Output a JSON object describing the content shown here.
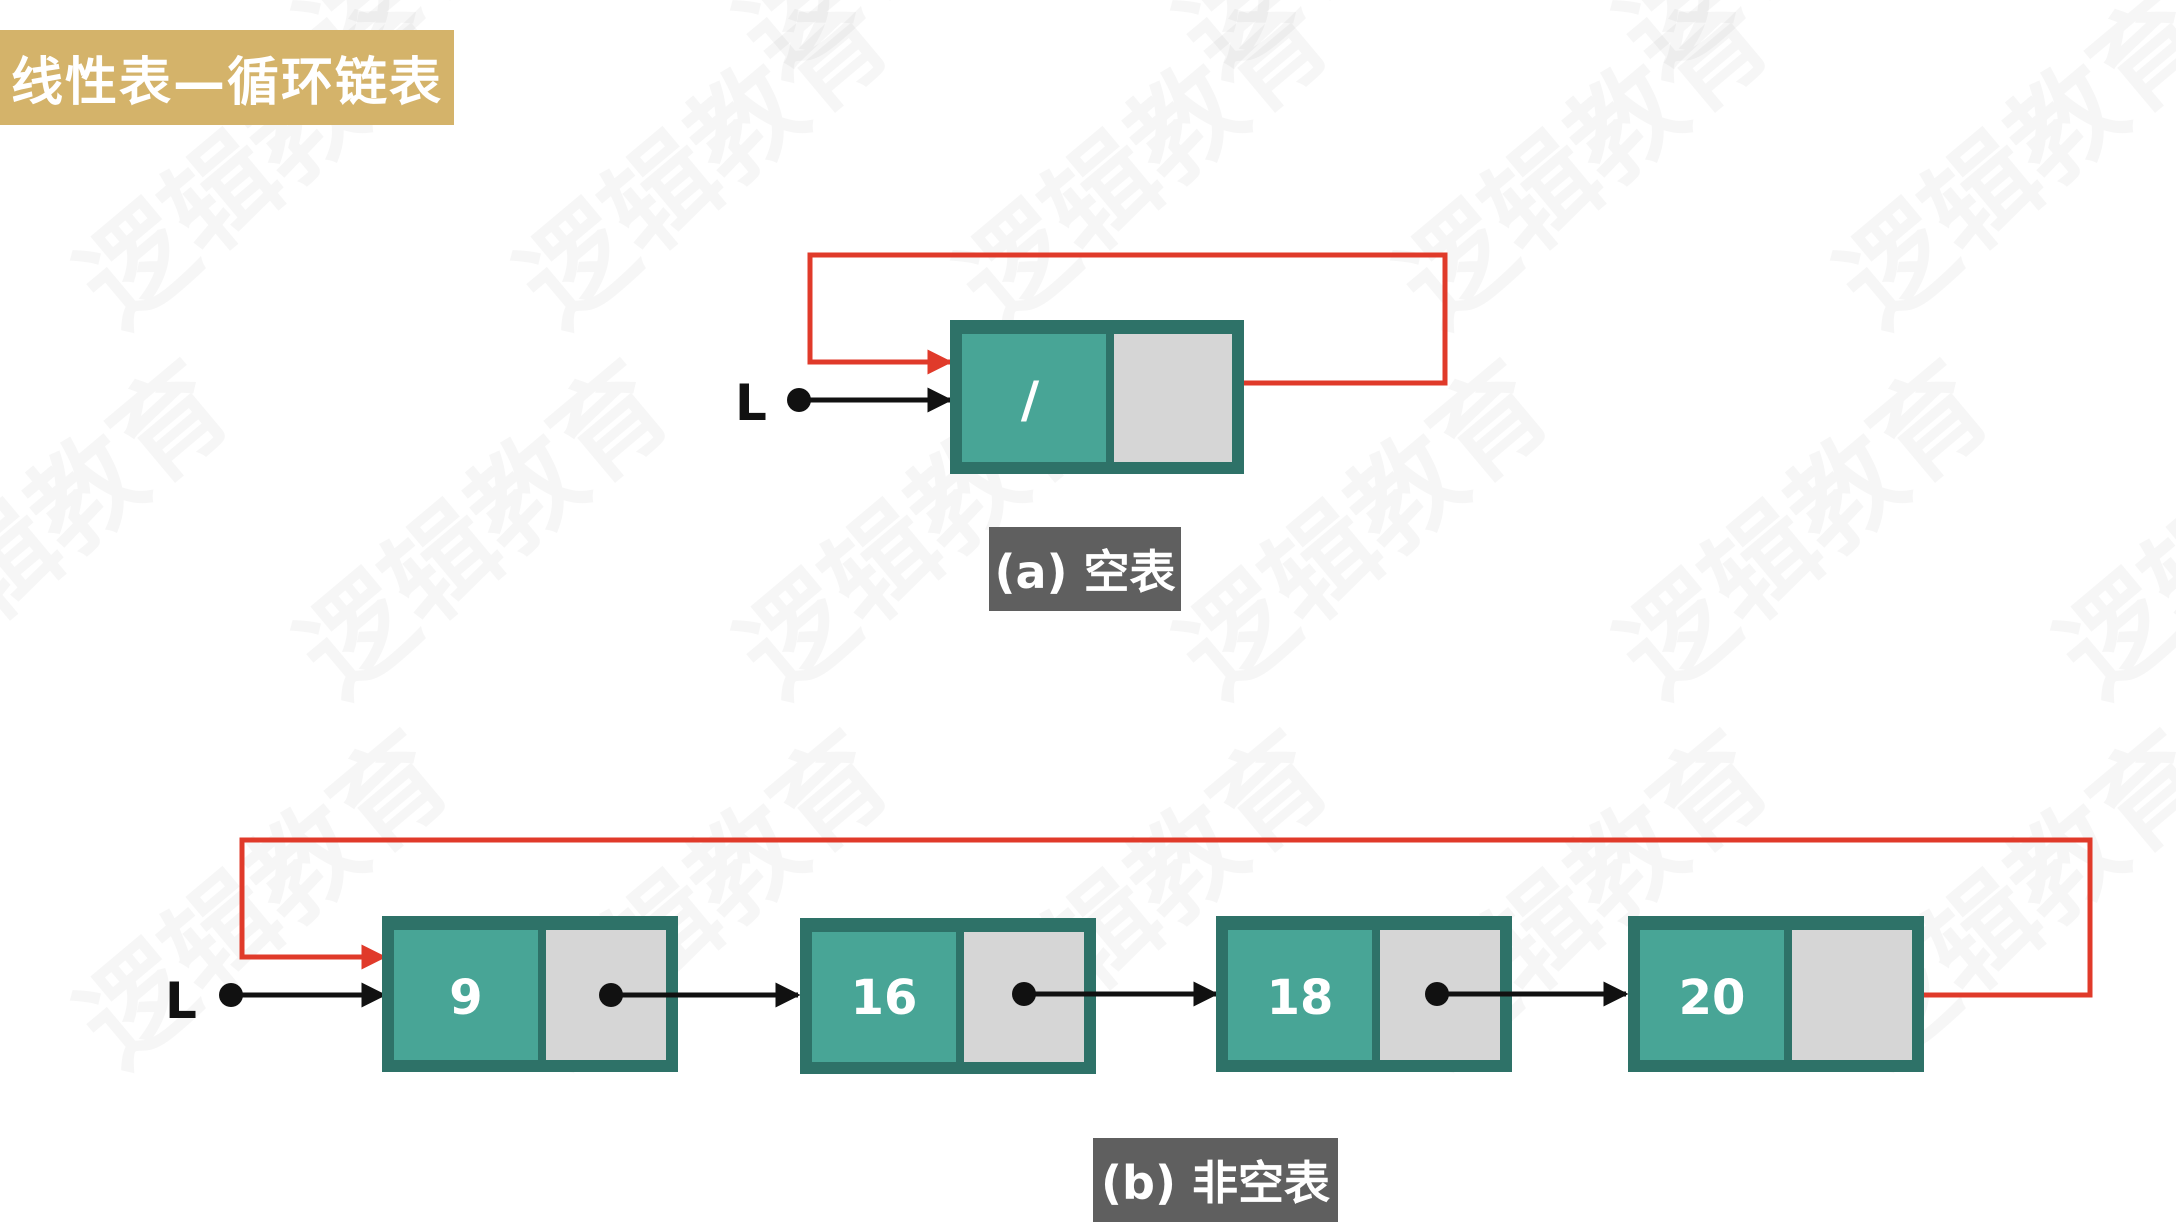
{
  "title": "线性表—循环链表",
  "watermark_text": "逻辑教育",
  "colors": {
    "node_data": "#48a596",
    "node_border": "#2e7268",
    "node_next": "#d6d6d6",
    "link_red": "#e03a2a",
    "arrow_black": "#111111",
    "title_bg": "#d4b36a",
    "caption_bg": "#5f5f5f"
  },
  "empty_list": {
    "head_label": "L",
    "node_value": "/",
    "caption": "(a) 空表"
  },
  "nonempty_list": {
    "head_label": "L",
    "nodes": [
      "9",
      "16",
      "18",
      "20"
    ],
    "caption": "(b) 非空表"
  }
}
